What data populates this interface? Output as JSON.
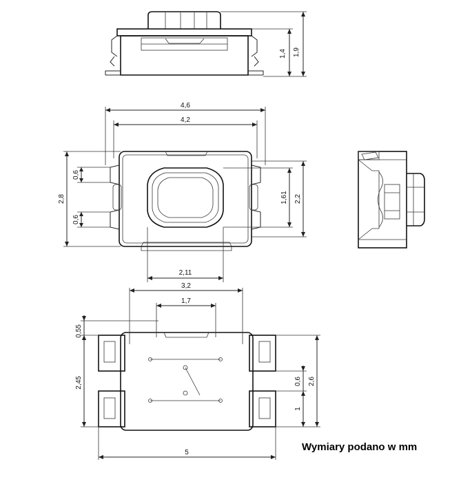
{
  "note": "Wymiary podano w mm",
  "side_view": {
    "dims": {
      "height_total": "1,9",
      "height_body": "1,4"
    }
  },
  "top_view": {
    "dims": {
      "width_outer": "4,6",
      "width_body": "4,2",
      "height_outer": "2,8",
      "lead_upper": "0,6",
      "lead_lower": "0,6",
      "actuator_height": "1,61",
      "height_inner": "2,2",
      "actuator_width": "2,11"
    }
  },
  "footprint": {
    "dims": {
      "width_3_2": "3,2",
      "width_1_7": "1,7",
      "offset_0_55": "0,55",
      "height_2_45": "2,45",
      "pad_0_6": "0,6",
      "height_2_6": "2,6",
      "pad_1": "1",
      "width_total": "5"
    }
  }
}
